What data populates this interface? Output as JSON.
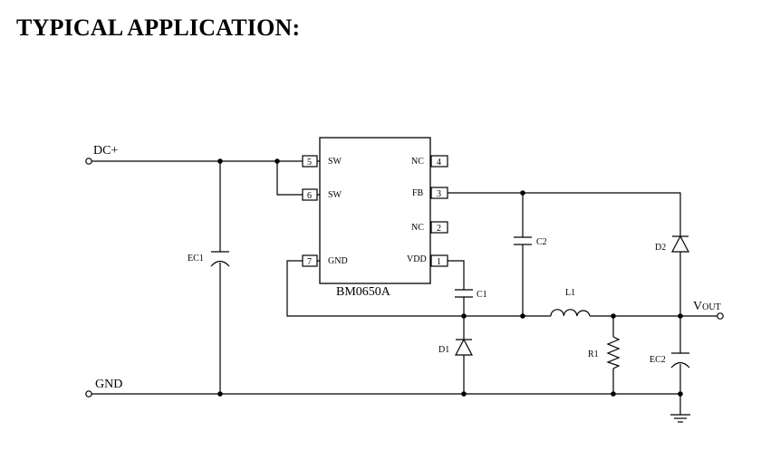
{
  "heading": "TYPICAL APPLICATION:",
  "ic": {
    "name": "BM0650A",
    "pins": [
      {
        "num": "5",
        "name": "SW"
      },
      {
        "num": "6",
        "name": "SW"
      },
      {
        "num": "7",
        "name": "GND"
      },
      {
        "num": "4",
        "name": "NC"
      },
      {
        "num": "3",
        "name": "FB"
      },
      {
        "num": "2",
        "name": "NC"
      },
      {
        "num": "1",
        "name": "VDD"
      }
    ]
  },
  "labels": {
    "dc_plus": "DC+",
    "gnd": "GND",
    "vout_main": "V",
    "vout_sub": "OUT",
    "ec1": "EC1",
    "c1": "C1",
    "c2": "C2",
    "d1": "D1",
    "d2": "D2",
    "l1": "L1",
    "r1": "R1",
    "ec2": "EC2"
  }
}
